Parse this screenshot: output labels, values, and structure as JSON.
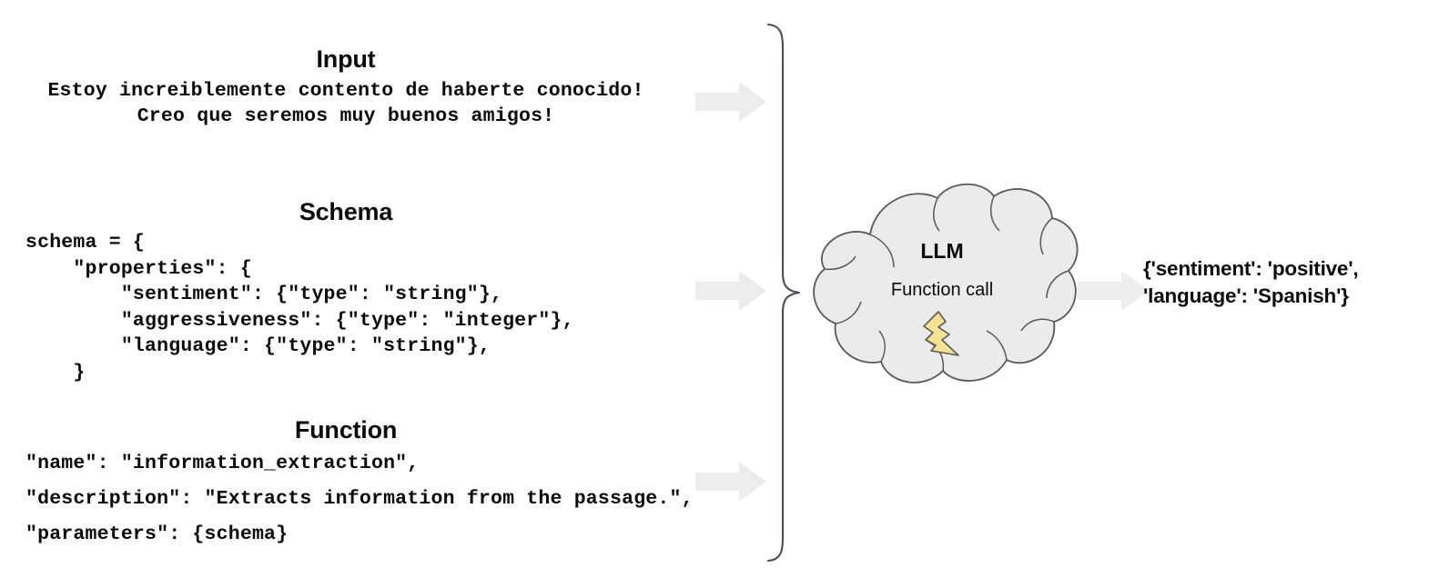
{
  "background_color": "#ffffff",
  "palette": {
    "arrow_fill": "#ececec",
    "cloud_fill": "#ebebeb",
    "cloud_stroke": "#595959",
    "bolt_fill": "#f7e08f",
    "bolt_stroke": "#595959",
    "brace_stroke": "#4d4d55",
    "text_color": "#0b0b0b"
  },
  "sections": {
    "input": {
      "heading": "Input",
      "line1": "Estoy increiblemente contento de haberte conocido!",
      "line2": "Creo que seremos muy buenos amigos!"
    },
    "schema": {
      "heading": "Schema",
      "code": "schema = {\n    \"properties\": {\n        \"sentiment\": {\"type\": \"string\"},\n        \"aggressiveness\": {\"type\": \"integer\"},\n        \"language\": {\"type\": \"string\"},\n    }"
    },
    "function": {
      "heading": "Function",
      "code": "\"name\": \"information_extraction\",\n\"description\": \"Extracts information from the passage.\",\n\"parameters\": {schema}"
    }
  },
  "model": {
    "title": "LLM",
    "subtitle": "Function call",
    "icon": "lightning-bolt-icon"
  },
  "output": {
    "line1": "{'sentiment': 'positive',",
    "line2": "'language': 'Spanish'}"
  },
  "arrows": {
    "input_arrow": "arrow-right-icon",
    "schema_arrow": "arrow-right-icon",
    "function_arrow": "arrow-right-icon",
    "output_arrow": "arrow-right-icon"
  },
  "grouping": {
    "brace": "curly-brace-right-icon"
  }
}
